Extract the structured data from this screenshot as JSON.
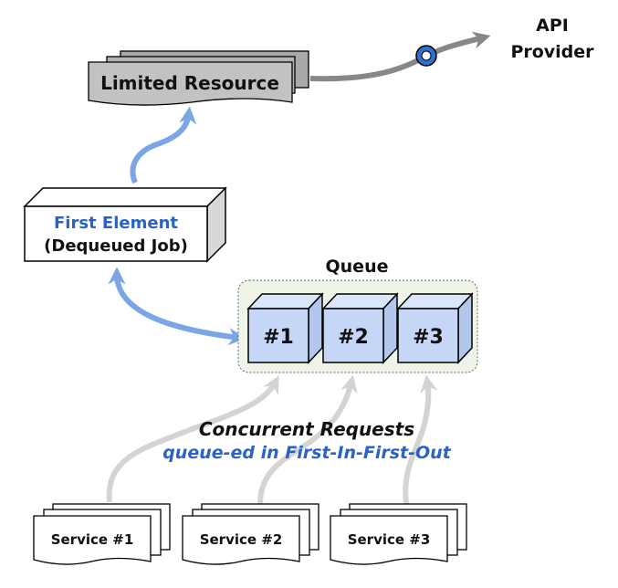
{
  "api_provider": {
    "line1": "API",
    "line2": "Provider"
  },
  "limited_resource": {
    "label": "Limited Resource"
  },
  "first_element": {
    "title": "First Element",
    "subtitle": "(Dequeued Job)"
  },
  "queue": {
    "title": "Queue",
    "items": [
      {
        "label": "#1"
      },
      {
        "label": "#2"
      },
      {
        "label": "#3"
      }
    ]
  },
  "caption": {
    "line1": "Concurrent Requests",
    "line2": "queue-ed in First-In-First-Out"
  },
  "services": [
    {
      "label": "Service #1"
    },
    {
      "label": "Service #2"
    },
    {
      "label": "Service #3"
    }
  ],
  "colors": {
    "blue_arrow": "#7aa6e6",
    "gray_arrow": "#888888",
    "light_arrow": "#d4d4d4",
    "cube_face": "#c6d6f6",
    "queue_bg": "#eef4e8",
    "accent_text": "#2a63c4",
    "ring": "#2f6fd0"
  }
}
